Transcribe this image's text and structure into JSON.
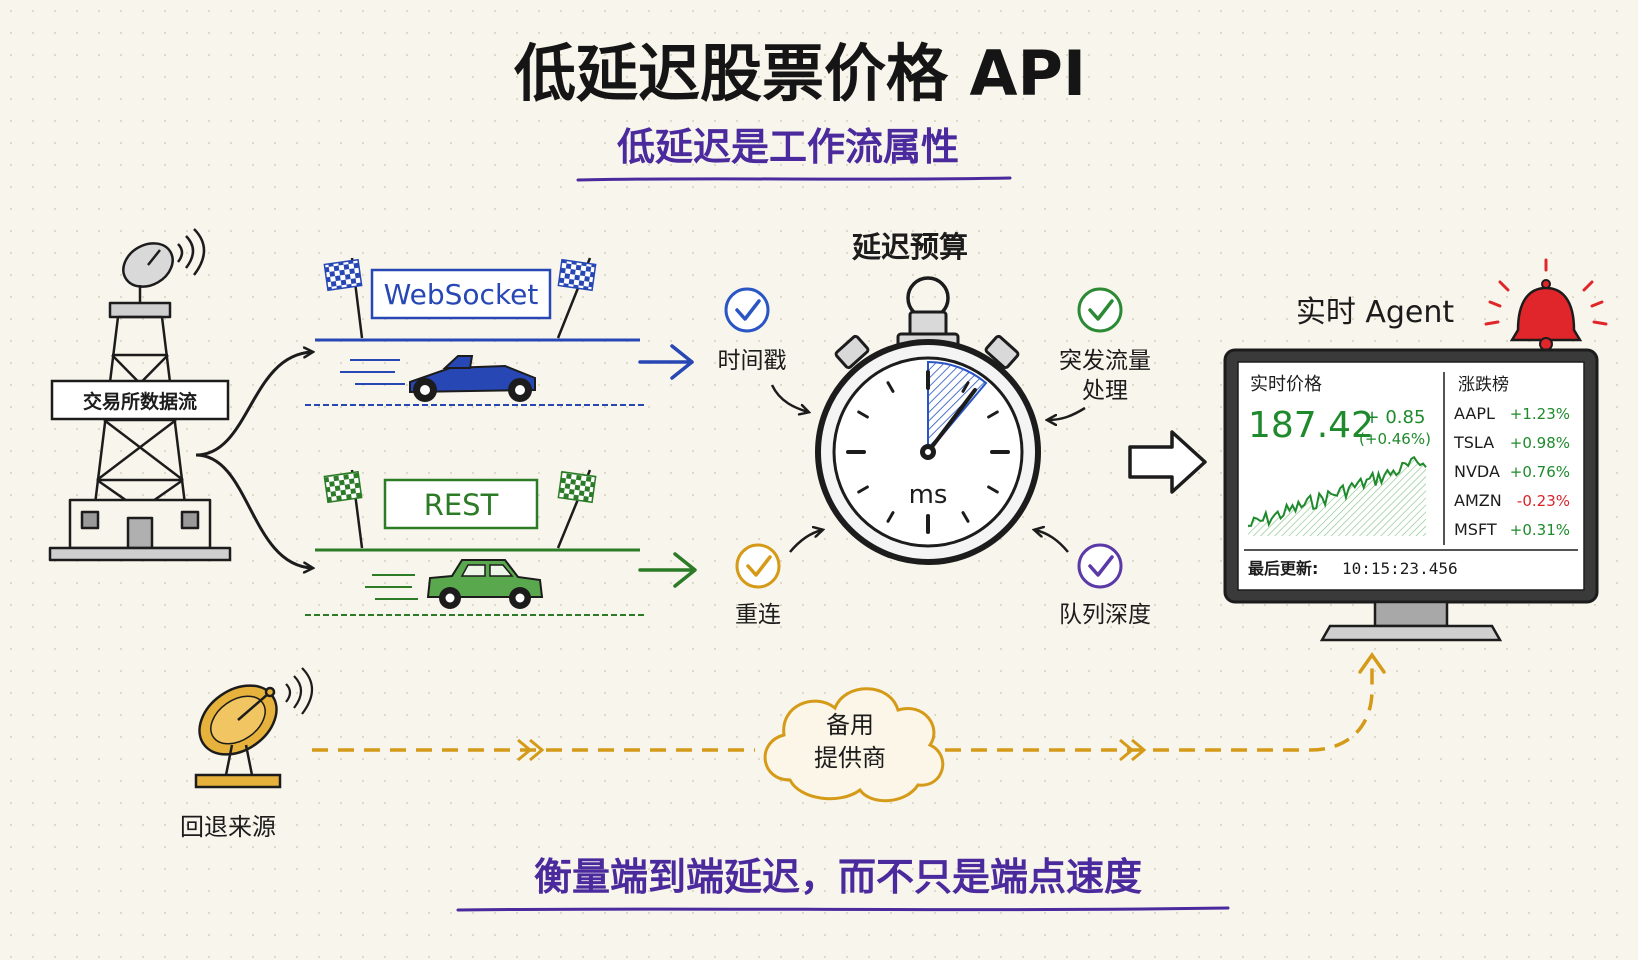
{
  "header": {
    "title": "低延迟股票价格 API",
    "subtitle": "低延迟是工作流属性"
  },
  "source": {
    "label": "交易所数据流"
  },
  "feeds": {
    "websocket": {
      "label": "WebSocket",
      "color": "#2747b5"
    },
    "rest": {
      "label": "REST",
      "color": "#2c7b27"
    }
  },
  "budget": {
    "title": "延迟预算",
    "unit": "ms",
    "checks": [
      {
        "label": "时间戳",
        "color": "#2a55c4"
      },
      {
        "label": "突发流量",
        "label2": "处理",
        "color": "#2c8a35"
      },
      {
        "label": "重连",
        "color": "#d49a18"
      },
      {
        "label": "队列深度",
        "color": "#5b3aa8"
      }
    ]
  },
  "agent": {
    "title": "实时 Agent",
    "price_label": "实时价格",
    "price": "187.42",
    "change": "+ 0.85",
    "change_pct": "(+0.46%)",
    "updated_label": "最后更新:",
    "updated_time": "10:15:23.456",
    "movers_title": "涨跌榜",
    "movers": [
      {
        "ticker": "AAPL",
        "change": "+1.23%",
        "color": "#1e8a2c"
      },
      {
        "ticker": "TSLA",
        "change": "+0.98%",
        "color": "#1e8a2c"
      },
      {
        "ticker": "NVDA",
        "change": "+0.76%",
        "color": "#1e8a2c"
      },
      {
        "ticker": "AMZN",
        "change": "-0.23%",
        "color": "#d6262b"
      },
      {
        "ticker": "MSFT",
        "change": "+0.31%",
        "color": "#1e8a2c"
      }
    ]
  },
  "fallback": {
    "label": "回退来源",
    "backup_line1": "备用",
    "backup_line2": "提供商"
  },
  "footer": {
    "text": "衡量端到端延迟，而不只是端点速度"
  },
  "colors": {
    "ink": "#1c1c1c",
    "accent_purple": "#4a2a9c",
    "fallback_gold": "#d49a18",
    "alert_red": "#e0262a"
  }
}
